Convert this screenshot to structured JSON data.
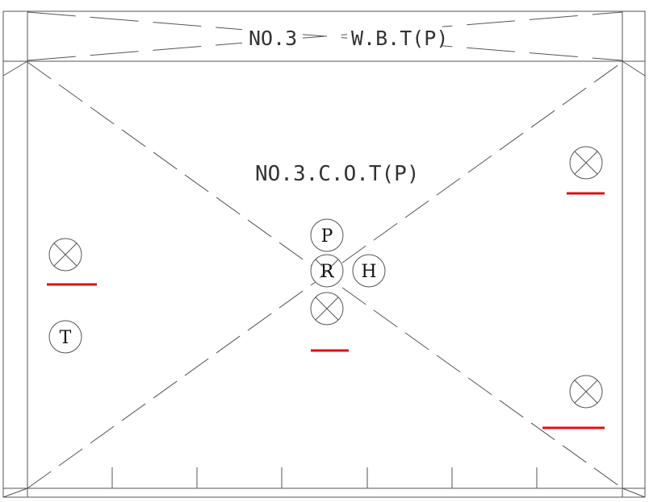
{
  "labels": {
    "wbt_tank": "NO.3",
    "wbt_name": "W.B.T(P)",
    "cot_name": "NO.3.C.O.T(P)"
  },
  "symbols": {
    "p": "P",
    "r": "R",
    "h": "H",
    "t": "T"
  },
  "colors": {
    "lines": "#555555",
    "marker": "#e01010"
  },
  "icons": {
    "valve": "circle-x-icon"
  }
}
